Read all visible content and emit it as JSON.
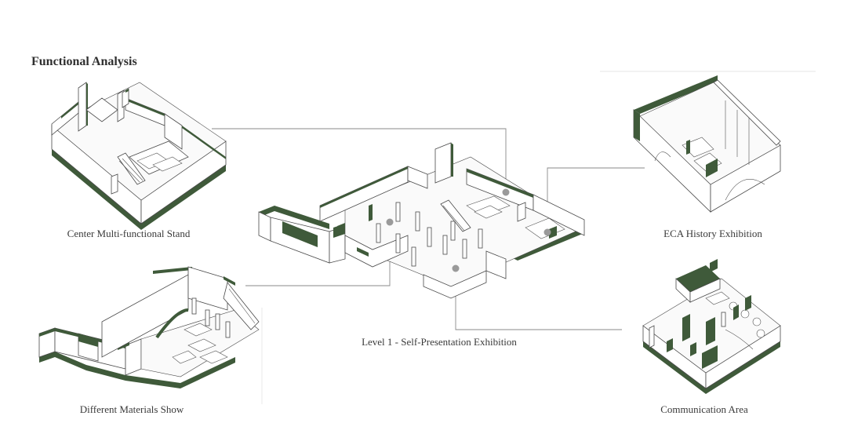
{
  "title": "Functional Analysis",
  "colors": {
    "accent": "#3f5a3a",
    "line": "#8a8a8a",
    "marker": "#9a9a9a",
    "stroke": "#4a4a4a"
  },
  "labels": {
    "center_stand": "Center Multi-functional Stand",
    "eca_history": "ECA History Exhibition",
    "level1": "Level 1 - Self-Presentation Exhibition",
    "materials": "Different Materials Show",
    "communication": "Communication Area"
  }
}
